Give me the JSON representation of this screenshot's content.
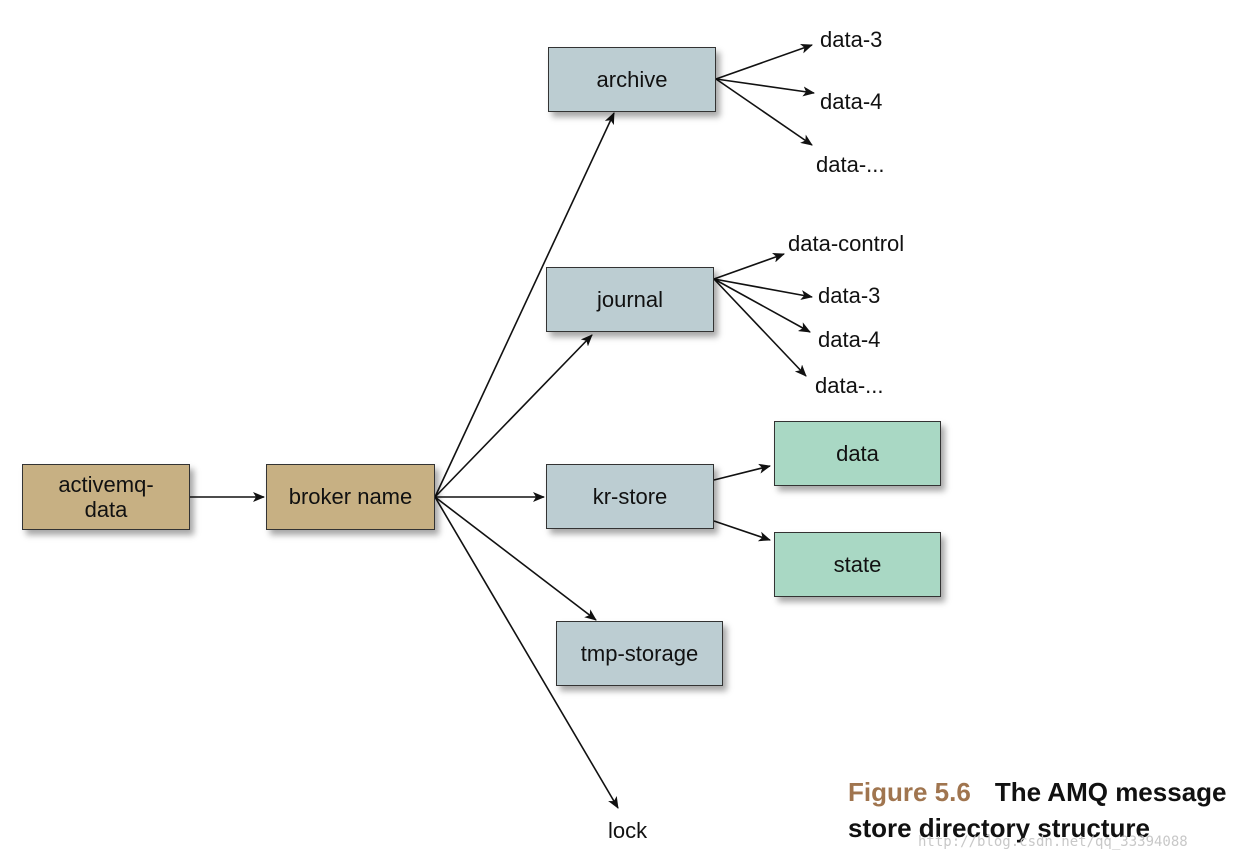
{
  "nodes": {
    "activemq_data": "activemq-\ndata",
    "broker_name": "broker name",
    "archive": "archive",
    "journal": "journal",
    "kr_store": "kr-store",
    "tmp_storage": "tmp-storage",
    "data": "data",
    "state": "state"
  },
  "leaves": {
    "archive_data3": "data-3",
    "archive_data4": "data-4",
    "archive_data_more": "data-...",
    "journal_control": "data-control",
    "journal_data3": "data-3",
    "journal_data4": "data-4",
    "journal_data_more": "data-...",
    "lock": "lock"
  },
  "caption": {
    "figure_label": "Figure 5.6",
    "text_line1": "The AMQ message",
    "text_line2": "store directory structure"
  },
  "watermark": "http://blog.csdn.net/qq_33394088",
  "colors": {
    "root_box": "#c7b083",
    "dir_box": "#bccdd2",
    "store_box": "#a9d8c4",
    "figure_label": "#a0754f"
  }
}
